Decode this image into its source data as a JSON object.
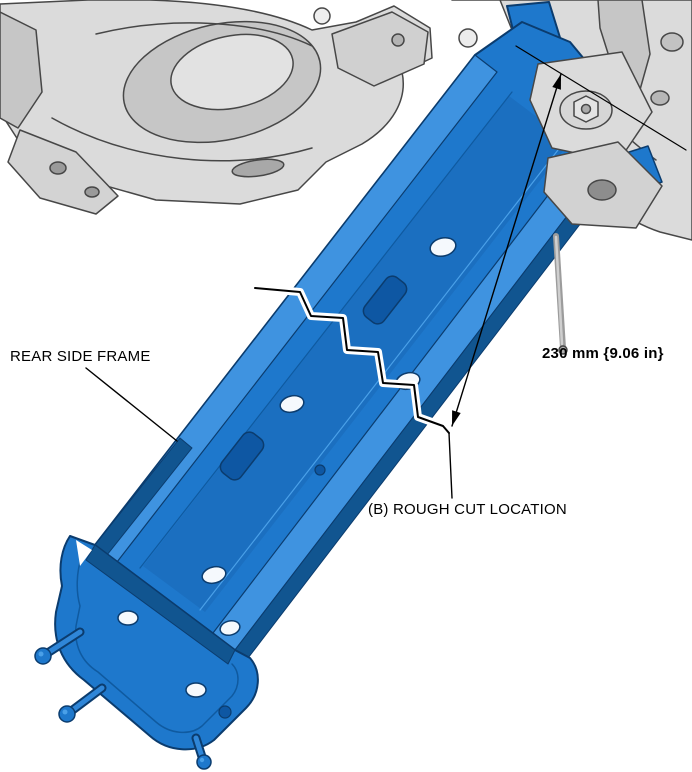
{
  "diagram": {
    "labels": {
      "rear_side_frame": "REAR SIDE FRAME",
      "rough_cut_location": "(B) ROUGH CUT LOCATION",
      "dimension": "230 mm {9.06 in}"
    },
    "colors": {
      "frame_blue": "#1e78cc",
      "frame_blue_light": "#3f93e0",
      "frame_blue_dark": "#115590",
      "frame_outline": "#0b3c6e",
      "body_gray": "#dbdbdb",
      "body_gray_mid": "#c6c6c6",
      "outline_gray": "#474747",
      "annotation_black": "#000000"
    }
  }
}
